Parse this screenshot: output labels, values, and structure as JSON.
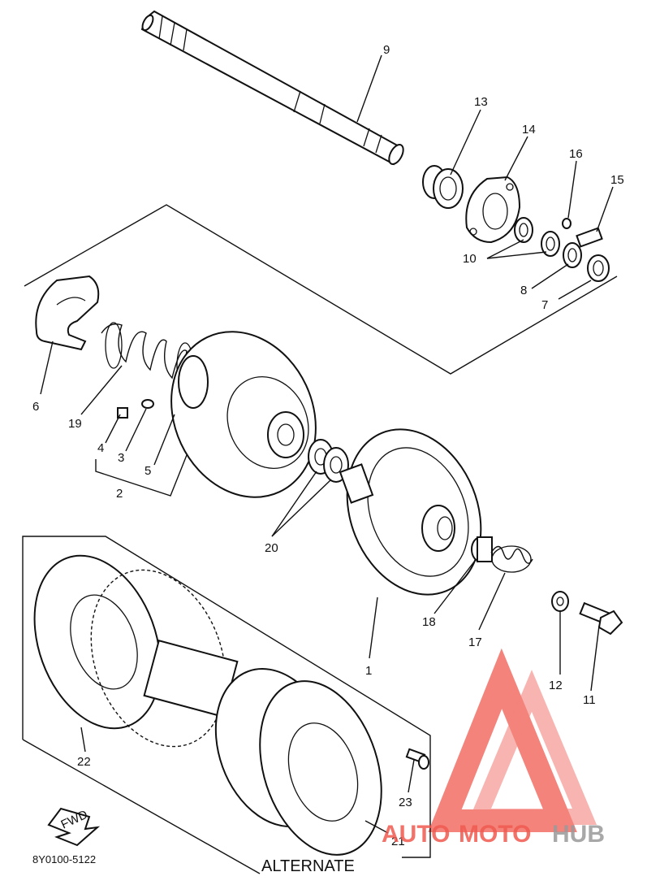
{
  "callouts": [
    {
      "id": "1",
      "text": "1"
    },
    {
      "id": "2",
      "text": "2"
    },
    {
      "id": "3",
      "text": "3"
    },
    {
      "id": "4",
      "text": "4"
    },
    {
      "id": "5",
      "text": "5"
    },
    {
      "id": "6",
      "text": "6"
    },
    {
      "id": "7",
      "text": "7"
    },
    {
      "id": "8",
      "text": "8"
    },
    {
      "id": "9",
      "text": "9"
    },
    {
      "id": "10",
      "text": "10"
    },
    {
      "id": "11",
      "text": "11"
    },
    {
      "id": "12",
      "text": "12"
    },
    {
      "id": "13",
      "text": "13"
    },
    {
      "id": "14",
      "text": "14"
    },
    {
      "id": "15",
      "text": "15"
    },
    {
      "id": "16",
      "text": "16"
    },
    {
      "id": "17",
      "text": "17"
    },
    {
      "id": "18",
      "text": "18"
    },
    {
      "id": "19",
      "text": "19"
    },
    {
      "id": "20",
      "text": "20"
    },
    {
      "id": "21",
      "text": "21"
    },
    {
      "id": "22",
      "text": "22"
    },
    {
      "id": "23",
      "text": "23"
    }
  ],
  "alternate_label": "ALTERNATE",
  "fwd_label": "FWD",
  "drawing_code": "8Y0100-5122",
  "watermark": {
    "text_part1": "AUTO",
    "text_part2": "MOTO",
    "text_part3": "HUB",
    "color_red": "#f05a50",
    "color_gray": "#9a9a9a"
  },
  "colors": {
    "line": "#111111",
    "background": "#ffffff"
  }
}
